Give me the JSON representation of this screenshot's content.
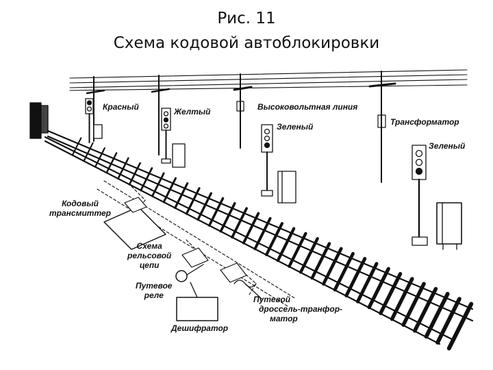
{
  "header": {
    "title": "Рис. 11",
    "subtitle": "Схема кодовой автоблокировки"
  },
  "labels": {
    "red": "Красный",
    "yellow": "Желтый",
    "hv_line": "Высоковольтная линия",
    "transformer": "Трансформатор",
    "green1": "Зеленый",
    "green2": "Зеленый",
    "code_transmitter_1": "Кодовый",
    "code_transmitter_2": "трансмиттер",
    "track_circuit_1": "Схема",
    "track_circuit_2": "рельсовой",
    "track_circuit_3": "цепи",
    "track_relay_1": "Путевое",
    "track_relay_2": "реле",
    "decoder": "Дешифратор",
    "choke_1": "Путевой",
    "choke_2": "дроссель-транфор-",
    "choke_3": "матор"
  },
  "colors": {
    "ink": "#111111",
    "background": "#ffffff"
  }
}
